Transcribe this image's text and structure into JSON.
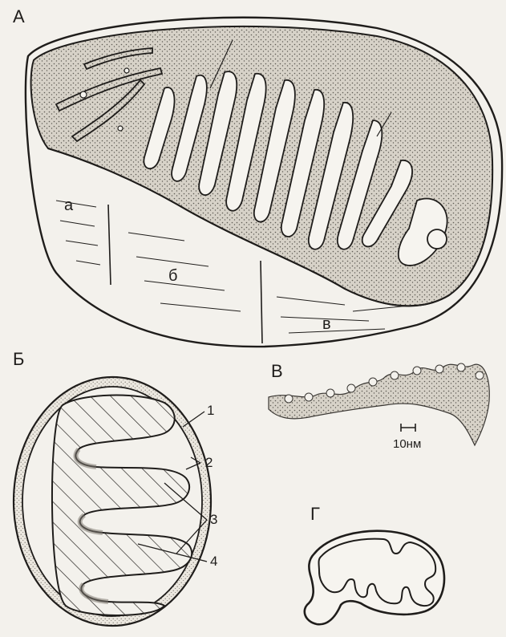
{
  "panels": {
    "a": {
      "letter": "А"
    },
    "b": {
      "letter": "Б"
    },
    "v": {
      "letter": "В"
    },
    "g": {
      "letter": "Г"
    }
  },
  "panel_a_regions": [
    "а",
    "б",
    "в"
  ],
  "panel_b_callouts": [
    "1",
    "2",
    "3",
    "4"
  ],
  "scale_bar": {
    "label": "10нм"
  },
  "colors": {
    "ink": "#1f1d1b",
    "paper": "#f3f1ec",
    "stipple": "#8a857d"
  }
}
